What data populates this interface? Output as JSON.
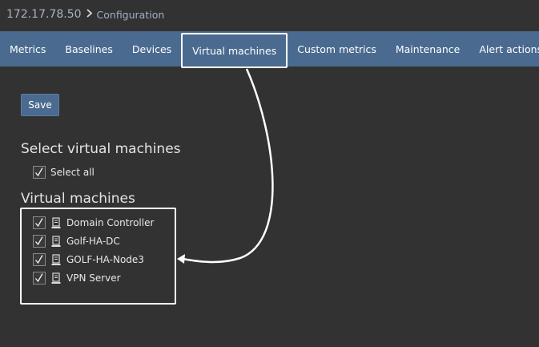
{
  "breadcrumb": {
    "host": "172.17.78.50",
    "separator_icon": "chevron-right-icon",
    "current": "Configuration"
  },
  "tabs": [
    {
      "label": "Metrics",
      "active": false
    },
    {
      "label": "Baselines",
      "active": false
    },
    {
      "label": "Devices",
      "active": false
    },
    {
      "label": "Virtual machines",
      "active": true
    },
    {
      "label": "Custom metrics",
      "active": false
    },
    {
      "label": "Maintenance",
      "active": false
    },
    {
      "label": "Alert actions",
      "active": false
    }
  ],
  "toolbar": {
    "save_label": "Save"
  },
  "select_section": {
    "title": "Select virtual machines",
    "select_all_label": "Select all",
    "select_all_checked": true
  },
  "vm_section": {
    "title": "Virtual machines",
    "items": [
      {
        "name": "Domain Controller",
        "checked": true,
        "icon": "server-icon"
      },
      {
        "name": "Golf-HA-DC",
        "checked": true,
        "icon": "server-icon"
      },
      {
        "name": "GOLF-HA-Node3",
        "checked": true,
        "icon": "server-icon"
      },
      {
        "name": "VPN Server",
        "checked": true,
        "icon": "server-icon"
      }
    ]
  },
  "colors": {
    "background": "#323232",
    "tab_bar": "#4a6b8f",
    "annotation": "#ffffff"
  }
}
